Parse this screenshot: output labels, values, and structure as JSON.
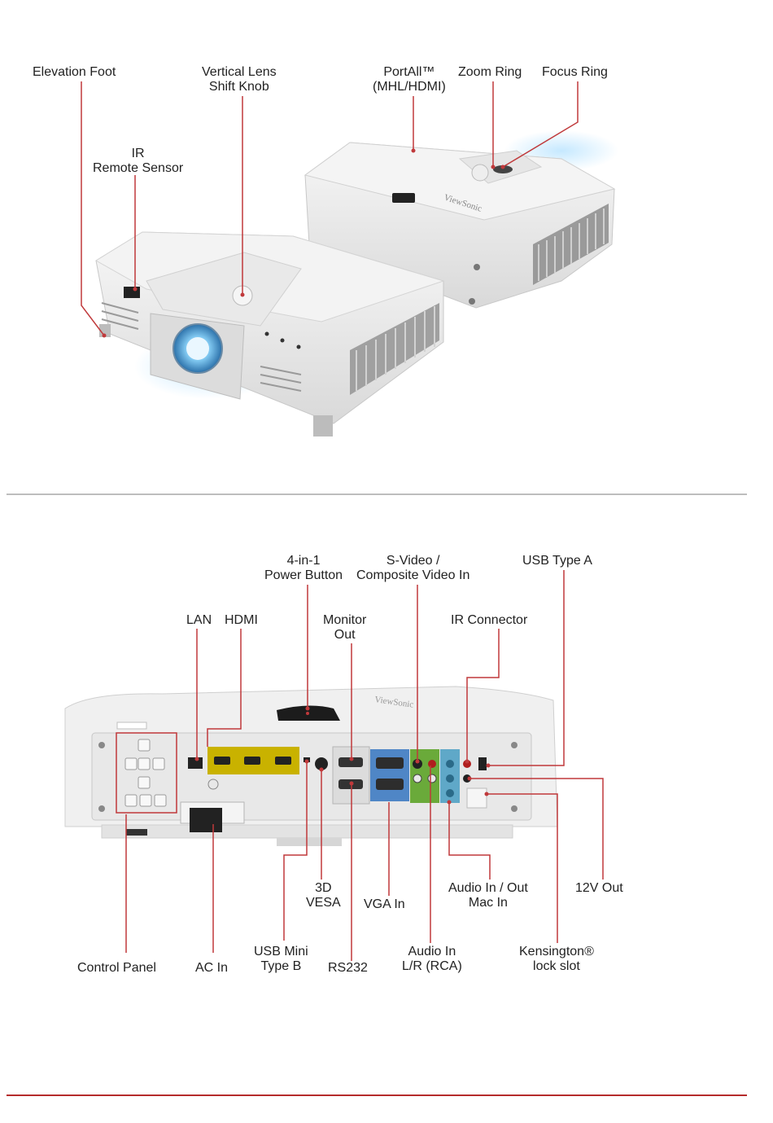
{
  "colors": {
    "callout": "#c0393b",
    "divider_top": "#bdbdbd",
    "divider_bottom": "#b52b2b",
    "hdmi_panel": "#c9b200",
    "vga_panel": "#4f86c6",
    "rca_panel": "#6aaa3a",
    "audio_panel": "#5fa8c8"
  },
  "top_labels": {
    "elevation_foot": "Elevation Foot",
    "lens_shift": [
      "Vertical Lens",
      "Shift  Knob"
    ],
    "portall": [
      "PortAll™",
      "(MHL/HDMI)"
    ],
    "zoom_ring": "Zoom Ring",
    "focus_ring": "Focus Ring",
    "ir_sensor": [
      "IR",
      "Remote Sensor"
    ]
  },
  "rear_labels": {
    "power_button": [
      "4-in-1",
      "Power Button"
    ],
    "svideo": [
      "S-Video /",
      "Composite Video In"
    ],
    "usb_a": "USB Type A",
    "lan": "LAN",
    "hdmi": "HDMI",
    "monitor_out": [
      "Monitor",
      "Out"
    ],
    "ir_connector": "IR Connector",
    "vesa": [
      "3D",
      "VESA"
    ],
    "vga_in": "VGA In",
    "audio_inout": [
      "Audio In / Out",
      "Mac In"
    ],
    "out_12v": "12V Out",
    "control_panel": "Control Panel",
    "ac_in": "AC In",
    "usb_mini": [
      "USB Mini",
      "Type B"
    ],
    "rs232": "RS232",
    "audio_rca": [
      "Audio In",
      "L/R (RCA)"
    ],
    "kensington": [
      "Kensington®",
      "lock slot"
    ]
  },
  "brand_text": "ViewSonic"
}
